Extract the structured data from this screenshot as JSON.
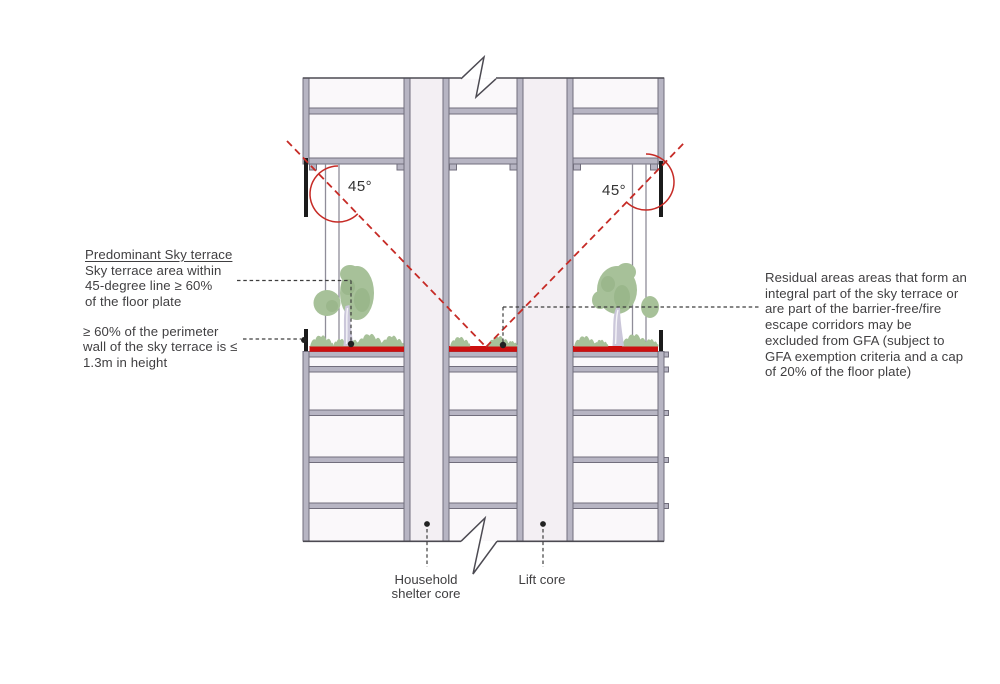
{
  "colors": {
    "red_line": "#c62b26",
    "red_slab": "#cc0f0f",
    "wall_fill": "#b7b5c3",
    "wall_edge": "#716e7c",
    "room_fill": "#faf8fa",
    "core_fill": "#f3eff3",
    "foliage": "#a7c199",
    "foliage_dark": "#8fae80",
    "trunk": "#cbc7da",
    "ink": "#403f41",
    "leader": "#3d3d3d"
  },
  "labels": {
    "predominant_title": "Predominant Sky terrace",
    "predominant_lines": [
      "Sky terrace area within",
      "45-degree line ≥ 60%",
      "of the floor plate"
    ],
    "perimeter_lines": [
      "≥ 60% of the perimeter",
      "wall of the sky terrace is ≤",
      "1.3m in height"
    ],
    "residual_lines": [
      "Residual areas areas that form an",
      "integral part of the sky terrace or",
      "are part of the barrier-free/fire",
      "escape corridors may be",
      "excluded from GFA (subject to",
      "GFA exemption criteria and a cap",
      "of 20% of the floor plate)"
    ],
    "angle_left": "45°",
    "angle_right": "45°",
    "household_lines": [
      "Household",
      "shelter core"
    ],
    "lift_core": "Lift core"
  }
}
